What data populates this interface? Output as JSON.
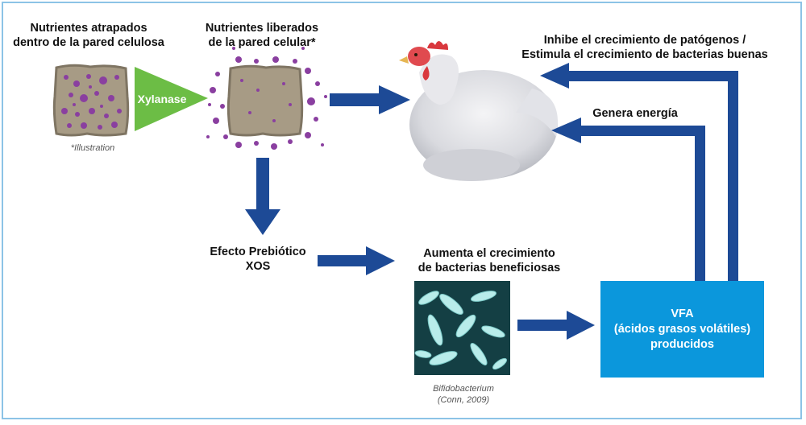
{
  "labels": {
    "trapped": "Nutrientes atrapados\ndentro de la pared celulosa",
    "illustration": "*Illustration",
    "released": "Nutrientes liberados\nde la pared celular*",
    "enzyme": "Xylanase",
    "inhibits": "Inhibe el crecimiento de patógenos /\nEstimula el crecimiento de bacterias buenas",
    "energy": "Genera energía",
    "prebiotic": "Efecto Prebiótico\nXOS",
    "increase": "Aumenta el crecimiento\nde bacterias beneficiosas",
    "vfa": "VFA\n(ácidos grasos volátiles)\nproducidos",
    "bacteria_caption": "Bifidobacterium\n(Conn, 2009)"
  },
  "colors": {
    "arrow": "#1d4a96",
    "enzyme_triangle": "#6cbd45",
    "vfa_box": "#0b97dc",
    "cell": "#a79b85",
    "particle": "#8a3fa0",
    "frame": "#8cc3e6"
  },
  "icons": [
    "cell-wall-icon",
    "chicken-image",
    "bacteria-image"
  ]
}
